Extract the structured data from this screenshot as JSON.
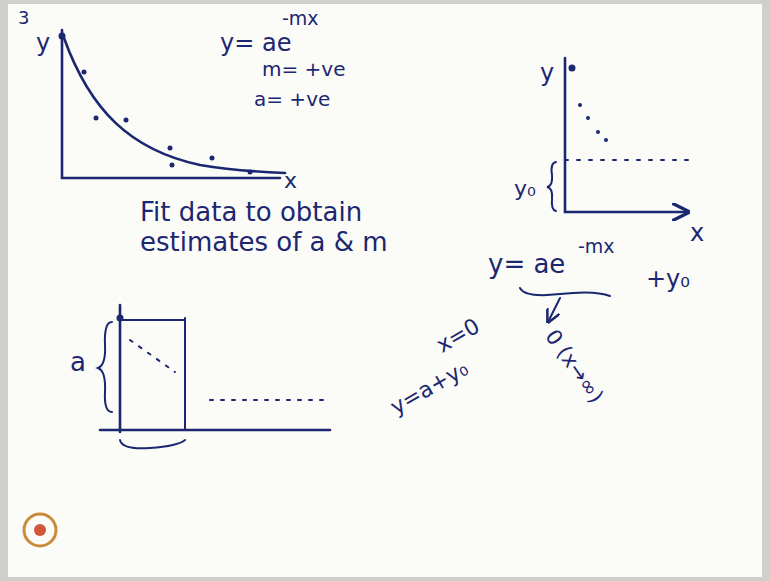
{
  "diagram": {
    "labels": [
      "3",
      "y",
      "x",
      "y= ae",
      "-mx",
      "m= +ve",
      "a= +ve",
      "y",
      "x",
      "y₀",
      "Fit data to obtain estimates of a & m",
      "a",
      "y= ae",
      "-mx",
      "+y₀",
      "0 (x→∞)",
      "x=0",
      "y=a+y₀"
    ]
  }
}
